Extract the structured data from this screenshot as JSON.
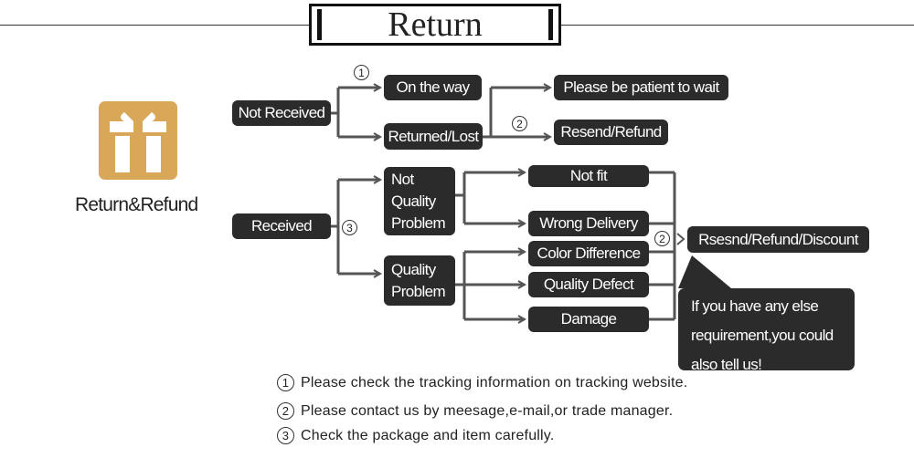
{
  "title": "Return",
  "brand": {
    "label": "Return&Refund",
    "icon": "gift-icon",
    "icon_color": "#d8a858"
  },
  "nodes": {
    "not_received": "Not Received",
    "on_the_way": "On the way",
    "returned_lost": "Returned/Lost",
    "be_patient": "Please be patient to wait",
    "resend_refund": "Resend/Refund",
    "received": "Received",
    "not_quality_problem": "Not Quality Problem",
    "quality_problem": "Quality Problem",
    "not_fit": "Not fit",
    "wrong_delivery": "Wrong Delivery",
    "color_difference": "Color Difference",
    "quality_defect": "Quality Defect",
    "damage": "Damage",
    "resend_refund_discount": "Rsesnd/Refund/Discount",
    "bubble": "If you have any else requirement,you could also tell us!"
  },
  "markers": {
    "one": "1",
    "two": "2",
    "three": "3"
  },
  "notes": [
    {
      "num": "1",
      "text": "Please check the tracking information on tracking website."
    },
    {
      "num": "2",
      "text": "Please contact us by meesage,e-mail,or trade manager."
    },
    {
      "num": "3",
      "text": "Check the package and item carefully."
    }
  ],
  "colors": {
    "node_bg": "#2b2b2b",
    "line": "#555555"
  }
}
